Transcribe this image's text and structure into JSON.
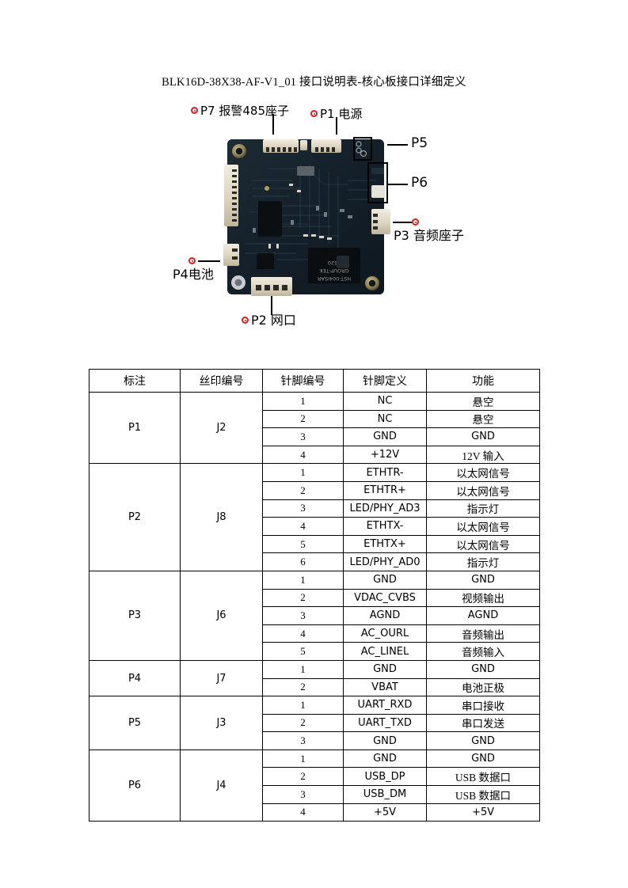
{
  "document": {
    "title": "BLK16D-38X38-AF-V1_01 接口说明表-核心板接口详细定义"
  },
  "figure": {
    "alt": "BLK16D-38X38-AF-V1_01 核心板实物照片，标注各接口位置",
    "board_silkscreen": "HST-004ISAR GROUP-TEK 1520",
    "callouts": [
      {
        "id": "p7",
        "label": "P7 报警485座子",
        "marker": "bullseye-marker"
      },
      {
        "id": "p1",
        "label": "P1 电源",
        "marker": "bullseye-marker"
      },
      {
        "id": "p5",
        "label": "P5",
        "marker": "none"
      },
      {
        "id": "p6",
        "label": "P6",
        "marker": "none"
      },
      {
        "id": "p3",
        "label": "P3 音频座子",
        "marker": "bullseye-marker"
      },
      {
        "id": "p4",
        "label": "P4电池",
        "marker": "bullseye-marker"
      },
      {
        "id": "p2",
        "label": "P2 网口",
        "marker": "bullseye-marker"
      }
    ]
  },
  "table": {
    "headers": [
      "标注",
      "丝印编号",
      "针脚编号",
      "针脚定义",
      "功能"
    ],
    "groups": [
      {
        "mark": "P1",
        "silk": "J2",
        "rows": [
          {
            "pin": "1",
            "def": "NC",
            "fn": "悬空",
            "fn_cn": true,
            "def_cn": false
          },
          {
            "pin": "2",
            "def": "NC",
            "fn": "悬空",
            "fn_cn": true,
            "def_cn": false
          },
          {
            "pin": "3",
            "def": "GND",
            "fn": "GND",
            "fn_cn": false,
            "def_cn": false
          },
          {
            "pin": "4",
            "def": "+12V",
            "fn": "12V 输入",
            "fn_cn": true,
            "def_cn": false
          }
        ]
      },
      {
        "mark": "P2",
        "silk": "J8",
        "rows": [
          {
            "pin": "1",
            "def": "ETHTR-",
            "fn": "以太网信号",
            "fn_cn": true,
            "def_cn": false
          },
          {
            "pin": "2",
            "def": "ETHTR+",
            "fn": "以太网信号",
            "fn_cn": true,
            "def_cn": false
          },
          {
            "pin": "3",
            "def": "LED/PHY_AD3",
            "fn": "指示灯",
            "fn_cn": true,
            "def_cn": false
          },
          {
            "pin": "4",
            "def": "ETHTX-",
            "fn": "以太网信号",
            "fn_cn": true,
            "def_cn": false
          },
          {
            "pin": "5",
            "def": "ETHTX+",
            "fn": "以太网信号",
            "fn_cn": true,
            "def_cn": false
          },
          {
            "pin": "6",
            "def": "LED/PHY_AD0",
            "fn": "指示灯",
            "fn_cn": true,
            "def_cn": false
          }
        ]
      },
      {
        "mark": "P3",
        "silk": "J6",
        "rows": [
          {
            "pin": "1",
            "def": "GND",
            "fn": "GND",
            "fn_cn": false,
            "def_cn": false
          },
          {
            "pin": "2",
            "def": "VDAC_CVBS",
            "fn": "视频输出",
            "fn_cn": true,
            "def_cn": false
          },
          {
            "pin": "3",
            "def": "AGND",
            "fn": "AGND",
            "fn_cn": false,
            "def_cn": false
          },
          {
            "pin": "4",
            "def": "AC_OURL",
            "fn": "音频输出",
            "fn_cn": true,
            "def_cn": false
          },
          {
            "pin": "5",
            "def": "AC_LINEL",
            "fn": "音频输入",
            "fn_cn": true,
            "def_cn": false
          }
        ]
      },
      {
        "mark": "P4",
        "silk": "J7",
        "rows": [
          {
            "pin": "1",
            "def": "GND",
            "fn": "GND",
            "fn_cn": false,
            "def_cn": false
          },
          {
            "pin": "2",
            "def": "VBAT",
            "fn": "电池正极",
            "fn_cn": true,
            "def_cn": false
          }
        ]
      },
      {
        "mark": "P5",
        "silk": "J3",
        "rows": [
          {
            "pin": "1",
            "def": "UART_RXD",
            "fn": "串口接收",
            "fn_cn": true,
            "def_cn": false
          },
          {
            "pin": "2",
            "def": "UART_TXD",
            "fn": "串口发送",
            "fn_cn": true,
            "def_cn": false
          },
          {
            "pin": "3",
            "def": "GND",
            "fn": "GND",
            "fn_cn": false,
            "def_cn": false
          }
        ]
      },
      {
        "mark": "P6",
        "silk": "J4",
        "rows": [
          {
            "pin": "1",
            "def": "GND",
            "fn": "GND",
            "fn_cn": false,
            "def_cn": false
          },
          {
            "pin": "2",
            "def": "USB_DP",
            "fn": "USB 数据口",
            "fn_cn": true,
            "def_cn": false
          },
          {
            "pin": "3",
            "def": "USB_DM",
            "fn": "USB 数据口",
            "fn_cn": true,
            "def_cn": false
          },
          {
            "pin": "4",
            "def": "+5V",
            "fn": "+5V",
            "fn_cn": false,
            "def_cn": false
          }
        ]
      }
    ]
  },
  "colors": {
    "marker_red": "#d81f1f",
    "text_black": "#000000",
    "border": "#000000",
    "pcb_green": "#16212a",
    "connector_cream": "#e8e0ce"
  }
}
